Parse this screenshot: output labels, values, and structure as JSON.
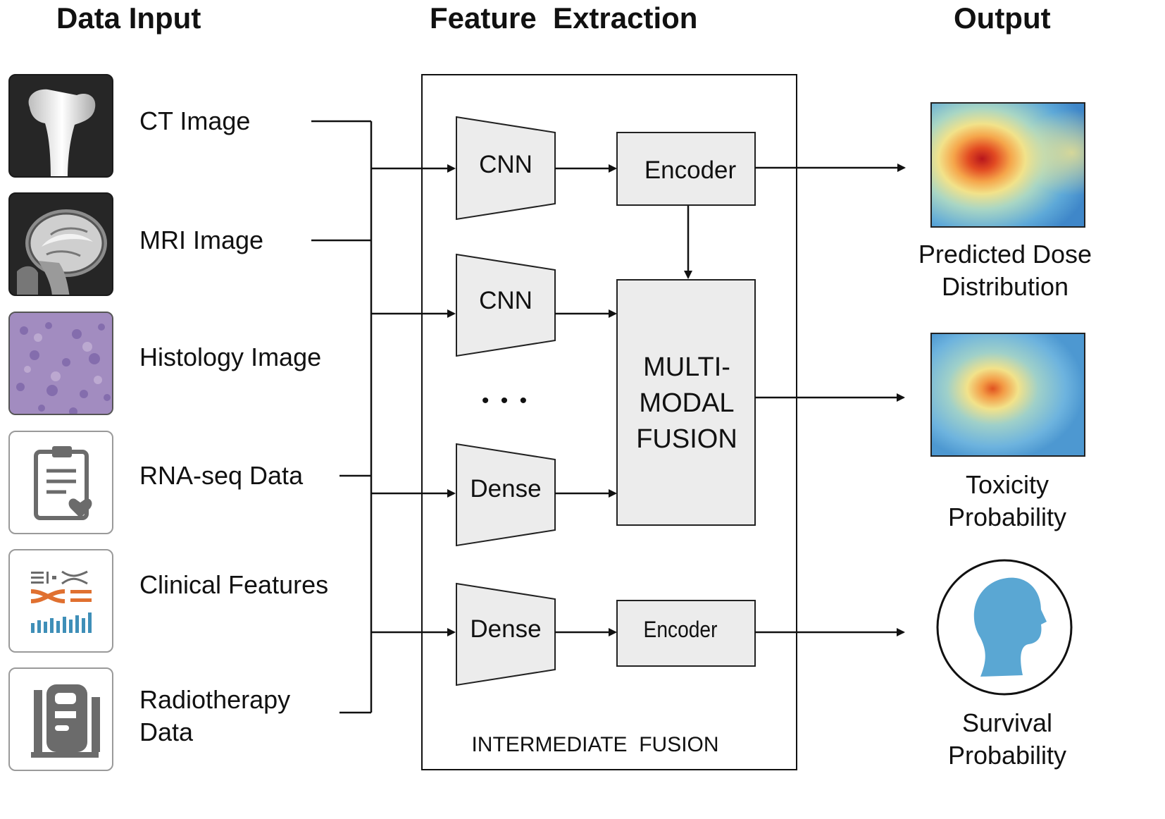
{
  "headings": {
    "data_input": "Data Input",
    "feature_extraction": "Feature  Extraction",
    "output": "Output"
  },
  "inputs": [
    {
      "label": "CT Image",
      "icon": "femur-ct-icon"
    },
    {
      "label": "MRI Image",
      "icon": "brain-mri-icon"
    },
    {
      "label": "Histology Image",
      "icon": "histology-slide-icon"
    },
    {
      "label": "RNA-seq Data",
      "icon": "clipboard-heart-icon"
    },
    {
      "label": "Clinical Features",
      "icon": "clinical-chart-icon"
    },
    {
      "label": "Radiotherapy",
      "label_line2": "Data",
      "icon": "linac-machine-icon"
    }
  ],
  "extractors": [
    {
      "label": "CNN"
    },
    {
      "label": "CNN"
    },
    {
      "label": "Dense"
    },
    {
      "label": "Dense"
    }
  ],
  "ellipsis": "• • •",
  "encoders": [
    {
      "label": "Encoder"
    },
    {
      "label": "Encoder"
    }
  ],
  "fusion": {
    "line1": "MULTI-",
    "line2": "MODAL",
    "line3": "FUSION",
    "caption": "INTERMEDIATE  FUSION"
  },
  "outputs": [
    {
      "line1": "Predicted Dose",
      "line2": "Distribution",
      "icon": "dose-heatmap-icon"
    },
    {
      "line1": "Toxicity",
      "line2": "Probability",
      "icon": "toxicity-heatmap-icon"
    },
    {
      "line1": "Survival",
      "line2": "Probability",
      "icon": "head-silhouette-icon"
    }
  ],
  "colors": {
    "box_fill": "#ececec",
    "line": "#111111",
    "heat_low": "#5b9fd4",
    "heat_mid": "#f2e28a",
    "heat_high": "#b8161c",
    "head": "#5aa7d3"
  }
}
